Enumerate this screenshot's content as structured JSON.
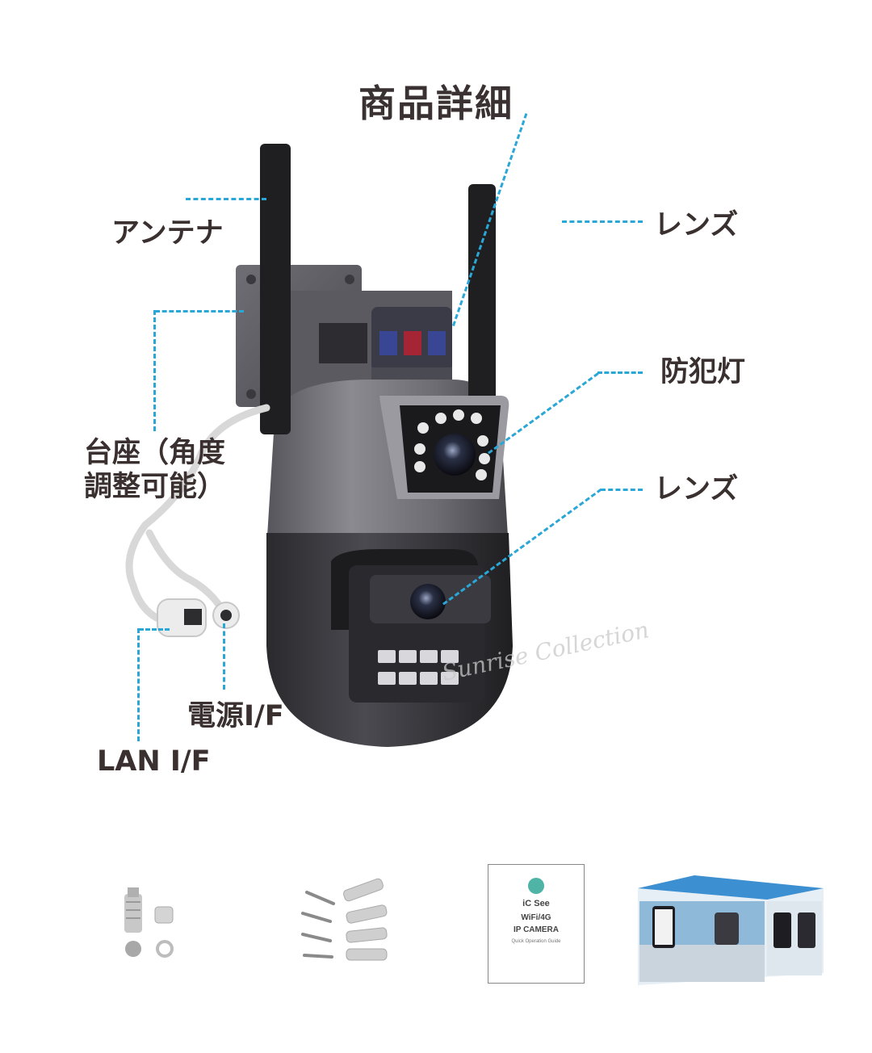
{
  "title": "商品詳細",
  "labels": {
    "antenna": "アンテナ",
    "lens_top": "レンズ",
    "crime_light": "防犯灯",
    "mount_line1": "台座（角度",
    "mount_line2": "調整可能）",
    "lens_bottom": "レンズ",
    "power_if": "電源I/F",
    "lan_if": "LAN I/F"
  },
  "watermark": "Sunrise Collection",
  "manual": {
    "brand": "iC See",
    "line1": "WiFi/4G",
    "line2": "IP CAMERA",
    "subtitle": "Quick Operation Guide"
  },
  "accessories": [
    "waterproof-connector-kit",
    "screws-and-anchors",
    "quick-guide",
    "retail-box"
  ],
  "colors": {
    "dash_line": "#2aa7d6",
    "camera_body": "#6a6a70",
    "camera_dark": "#2c2c30",
    "text": "#3a3030"
  }
}
